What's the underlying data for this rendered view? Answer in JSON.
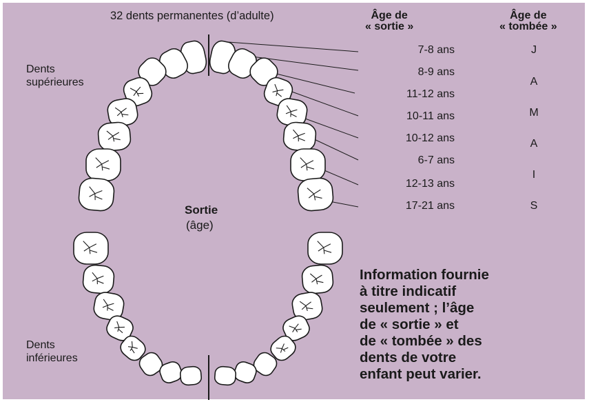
{
  "title": "32 dents permanentes (d’adulte)",
  "header_eruption": "Âge de\n« sortie »",
  "header_shedding": "Âge de\n« tombée »",
  "upper_label": "Dents\nsupérieures",
  "lower_label": "Dents\ninférieures",
  "center_label": "Sortie",
  "center_sublabel": "(âge)",
  "eruption_ages": [
    "7-8 ans",
    "8-9 ans",
    "11-12 ans",
    "10-11 ans",
    "10-12 ans",
    "6-7 ans",
    "12-13 ans",
    "17-21 ans"
  ],
  "shedding_letters": [
    "J",
    "A",
    "M",
    "A",
    "I",
    "S"
  ],
  "note": "Information fournie\nà titre indicatif\nseulement ; l’âge\nde « sortie » et\nde « tombée » des\ndents de votre\nenfant peut varier.",
  "colors": {
    "background": "#c9b2c9",
    "tooth_fill": "#ffffff",
    "stroke": "#1a1a1a"
  }
}
